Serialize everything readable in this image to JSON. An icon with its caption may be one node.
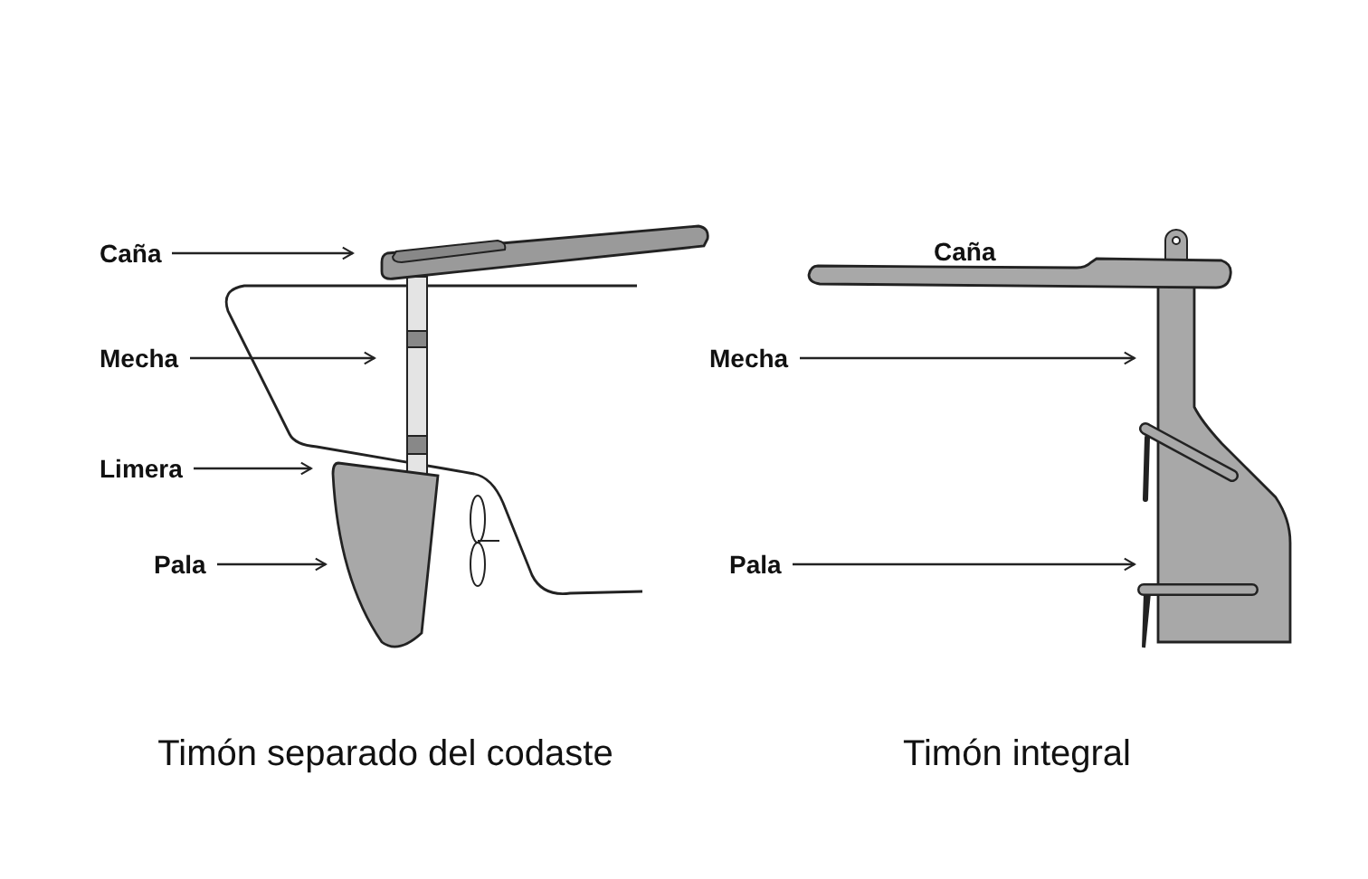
{
  "diagram": {
    "nodes": [
      {
        "text": [
          "Caña"
        ]
      },
      {
        "text": [
          "Mecha"
        ]
      },
      {
        "text": [
          "Limera"
        ]
      },
      {
        "text": [
          "Pala"
        ]
      },
      {
        "text": [
          "Mecha"
        ]
      },
      {
        "text": [
          "Pala"
        ]
      }
    ],
    "edges": [
      {
        "from": 0,
        "to": null,
        "arrow": "to"
      },
      {
        "from": 1,
        "to": null,
        "arrow": "to"
      },
      {
        "from": 2,
        "to": null,
        "arrow": "to"
      },
      {
        "from": 3,
        "to": null,
        "arrow": "to"
      },
      {
        "from": 4,
        "to": null,
        "arrow": "to"
      },
      {
        "from": 5,
        "to": null,
        "arrow": "to"
      }
    ],
    "labels": [
      "Caña",
      "Timón separado del codaste",
      "Timón integral"
    ]
  }
}
